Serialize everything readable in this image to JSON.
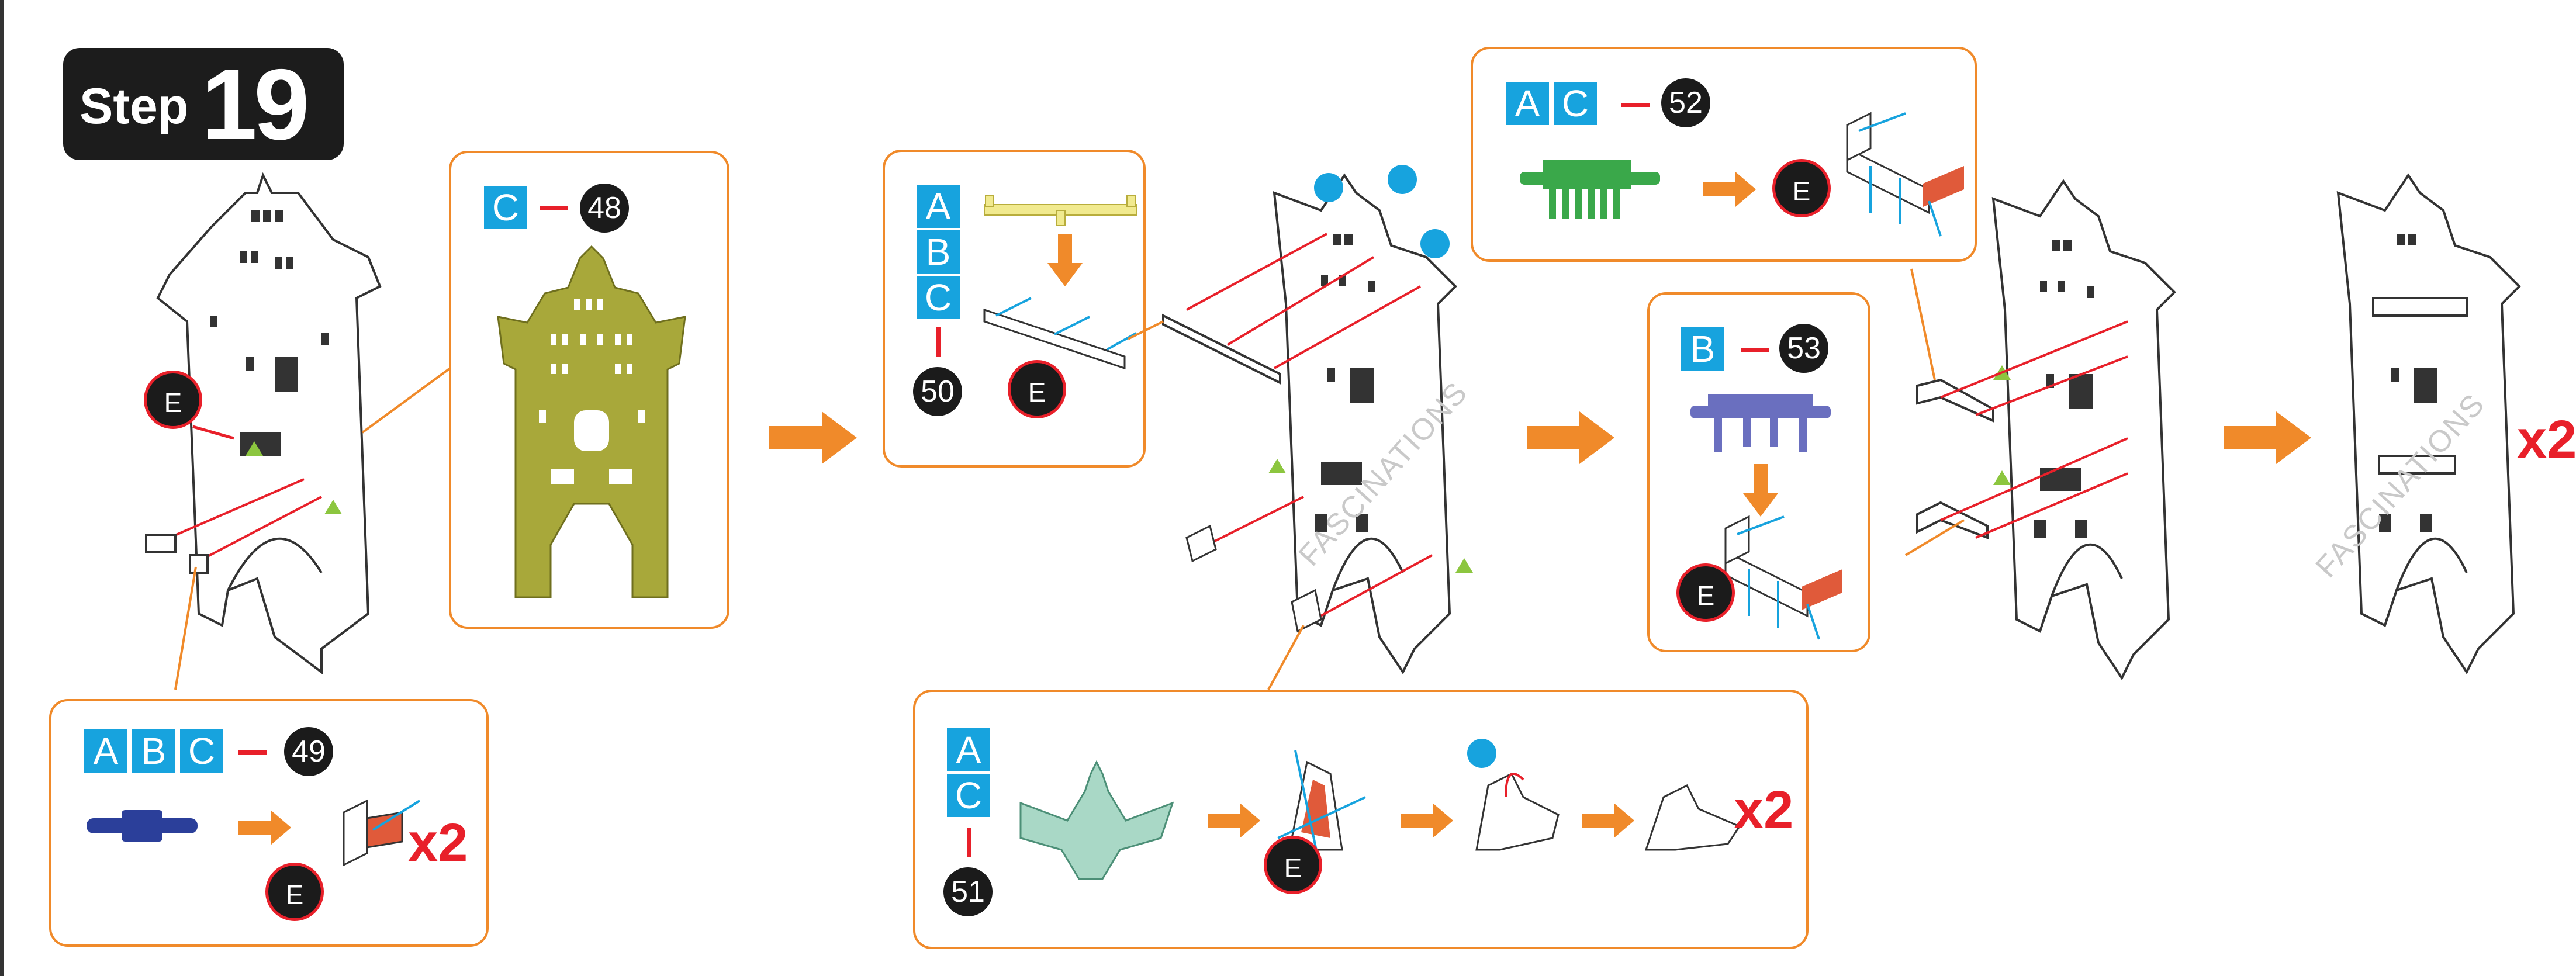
{
  "step": {
    "word": "Step",
    "number": "19"
  },
  "callouts": {
    "c48": {
      "letters": [
        "C"
      ],
      "part": "48"
    },
    "c49": {
      "letters": [
        "A",
        "B",
        "C"
      ],
      "part": "49",
      "multiplier": "x2"
    },
    "c50": {
      "letters": [
        "A",
        "B",
        "C"
      ],
      "part": "50"
    },
    "c51": {
      "letters": [
        "A",
        "C"
      ],
      "part": "51",
      "multiplier": "x2"
    },
    "c52": {
      "letters": [
        "A",
        "C"
      ],
      "part": "52"
    },
    "c53": {
      "letters": [
        "B"
      ],
      "part": "53"
    }
  },
  "e_label": "E",
  "final_multiplier": "x2",
  "watermark": "FASCINATIONS",
  "colors": {
    "callout_border": "#f08a2a",
    "letter_bg": "#17a3de",
    "accent_red": "#e8202a",
    "arrow_orange": "#f08a2a",
    "part48": "#a8a83a",
    "part49": "#2b3f9a",
    "part50": "#f1ea8f",
    "part51": "#a9d8c6",
    "part52": "#3aa84a",
    "part53": "#6a6fbf"
  }
}
